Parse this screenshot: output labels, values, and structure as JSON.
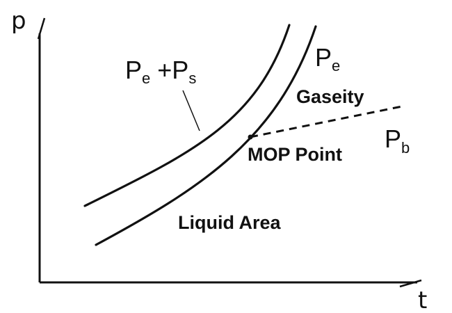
{
  "diagram": {
    "axes": {
      "y_label": "p",
      "x_label": "t"
    },
    "curves": {
      "upper": {
        "main": "P",
        "sub_1": "e",
        "plus": " +P",
        "sub_2": "s"
      },
      "lower": {
        "main": "P",
        "sub": "e"
      },
      "dashed": {
        "main": "P",
        "sub": "b"
      }
    },
    "regions": {
      "gas": "Gaseity",
      "liquid": "Liquid Area"
    },
    "point": {
      "label": "MOP Point"
    },
    "colors": {
      "ink": "#111111",
      "background": "#ffffff"
    }
  }
}
